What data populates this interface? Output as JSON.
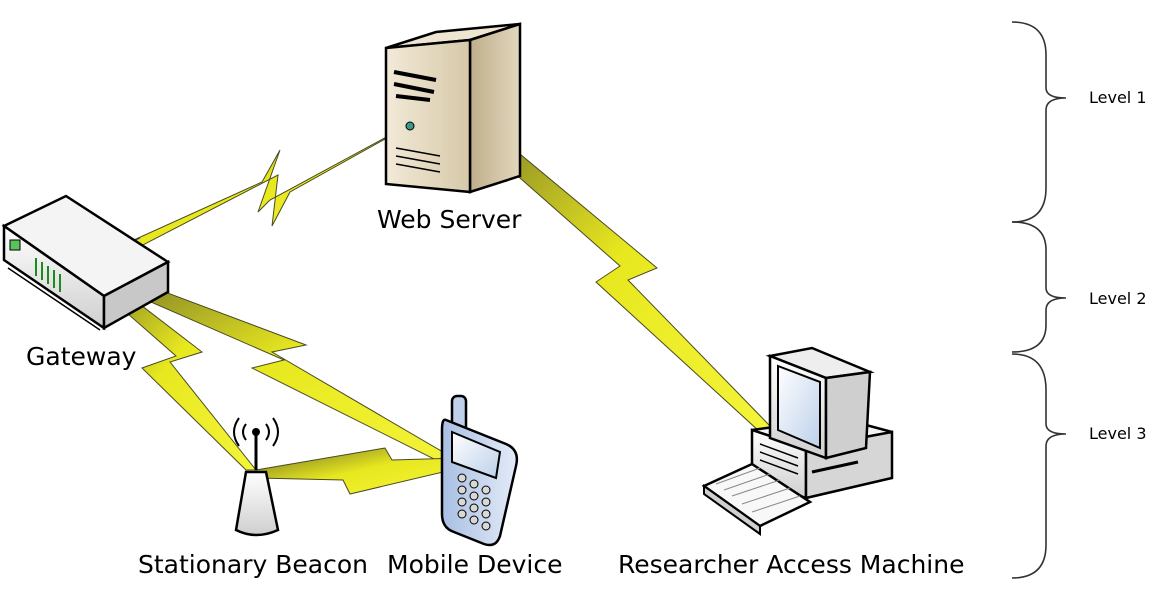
{
  "nodes": {
    "web_server": "Web Server",
    "gateway": "Gateway",
    "stationary_beacon": "Stationary Beacon",
    "mobile_device": "Mobile Device",
    "researcher_machine": "Researcher Access Machine"
  },
  "levels": [
    "Level 1",
    "Level 2",
    "Level 3"
  ],
  "links": [
    {
      "from": "Gateway",
      "to": "Web Server",
      "type": "wireless"
    },
    {
      "from": "Web Server",
      "to": "Researcher Access Machine",
      "type": "wireless"
    },
    {
      "from": "Gateway",
      "to": "Stationary Beacon",
      "type": "wireless"
    },
    {
      "from": "Gateway",
      "to": "Mobile Device",
      "type": "wireless"
    },
    {
      "from": "Stationary Beacon",
      "to": "Mobile Device",
      "type": "wireless"
    }
  ],
  "colors": {
    "link_fill": "#e6e620",
    "link_dark": "#5b5a28",
    "server_body": "#d9ccb0",
    "phone_body": "#c9d8ef",
    "brace": "#333333"
  },
  "icons": [
    "server-icon",
    "router-icon",
    "antenna-icon",
    "phone-icon",
    "desktop-computer-icon"
  ]
}
